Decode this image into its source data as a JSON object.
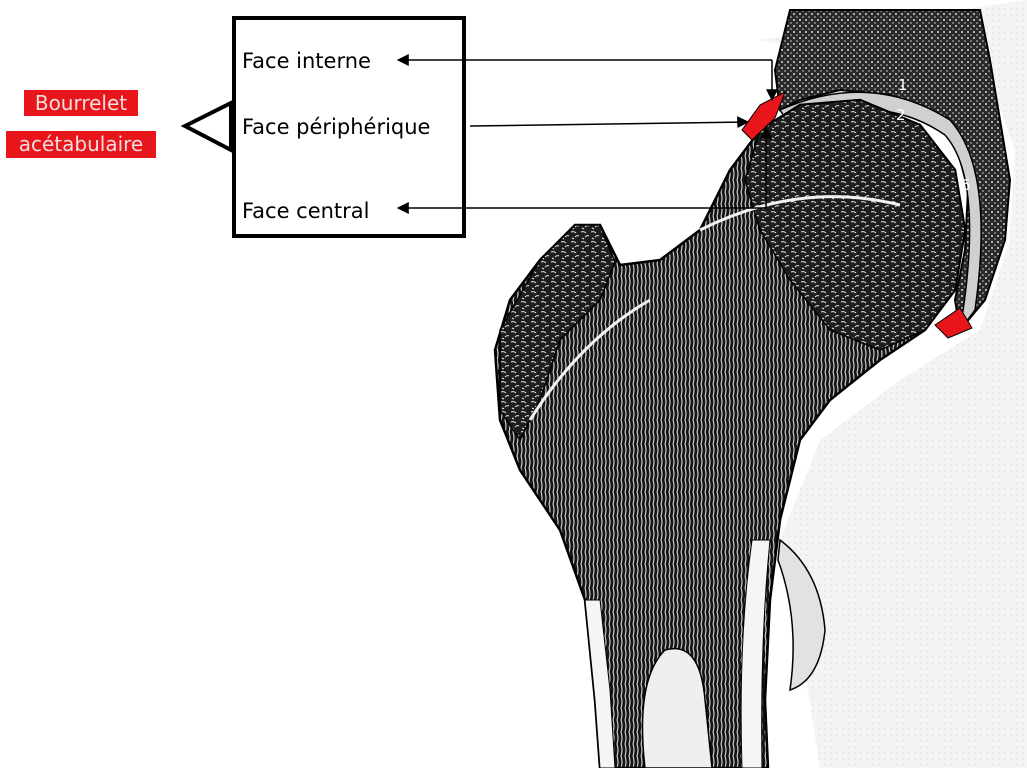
{
  "title_label": {
    "line1": "Bourrelet",
    "line2": "acétabulaire"
  },
  "faces": {
    "interne": "Face interne",
    "peripherique": "Face périphérique",
    "central": "Face central"
  },
  "numbers": {
    "n1": "1",
    "n2": "2",
    "n6": "6"
  },
  "colors": {
    "label_bg": "#e8151b",
    "labrum": "#e8151b",
    "bone_bg": "#3a3a3a",
    "outline": "#000000"
  }
}
